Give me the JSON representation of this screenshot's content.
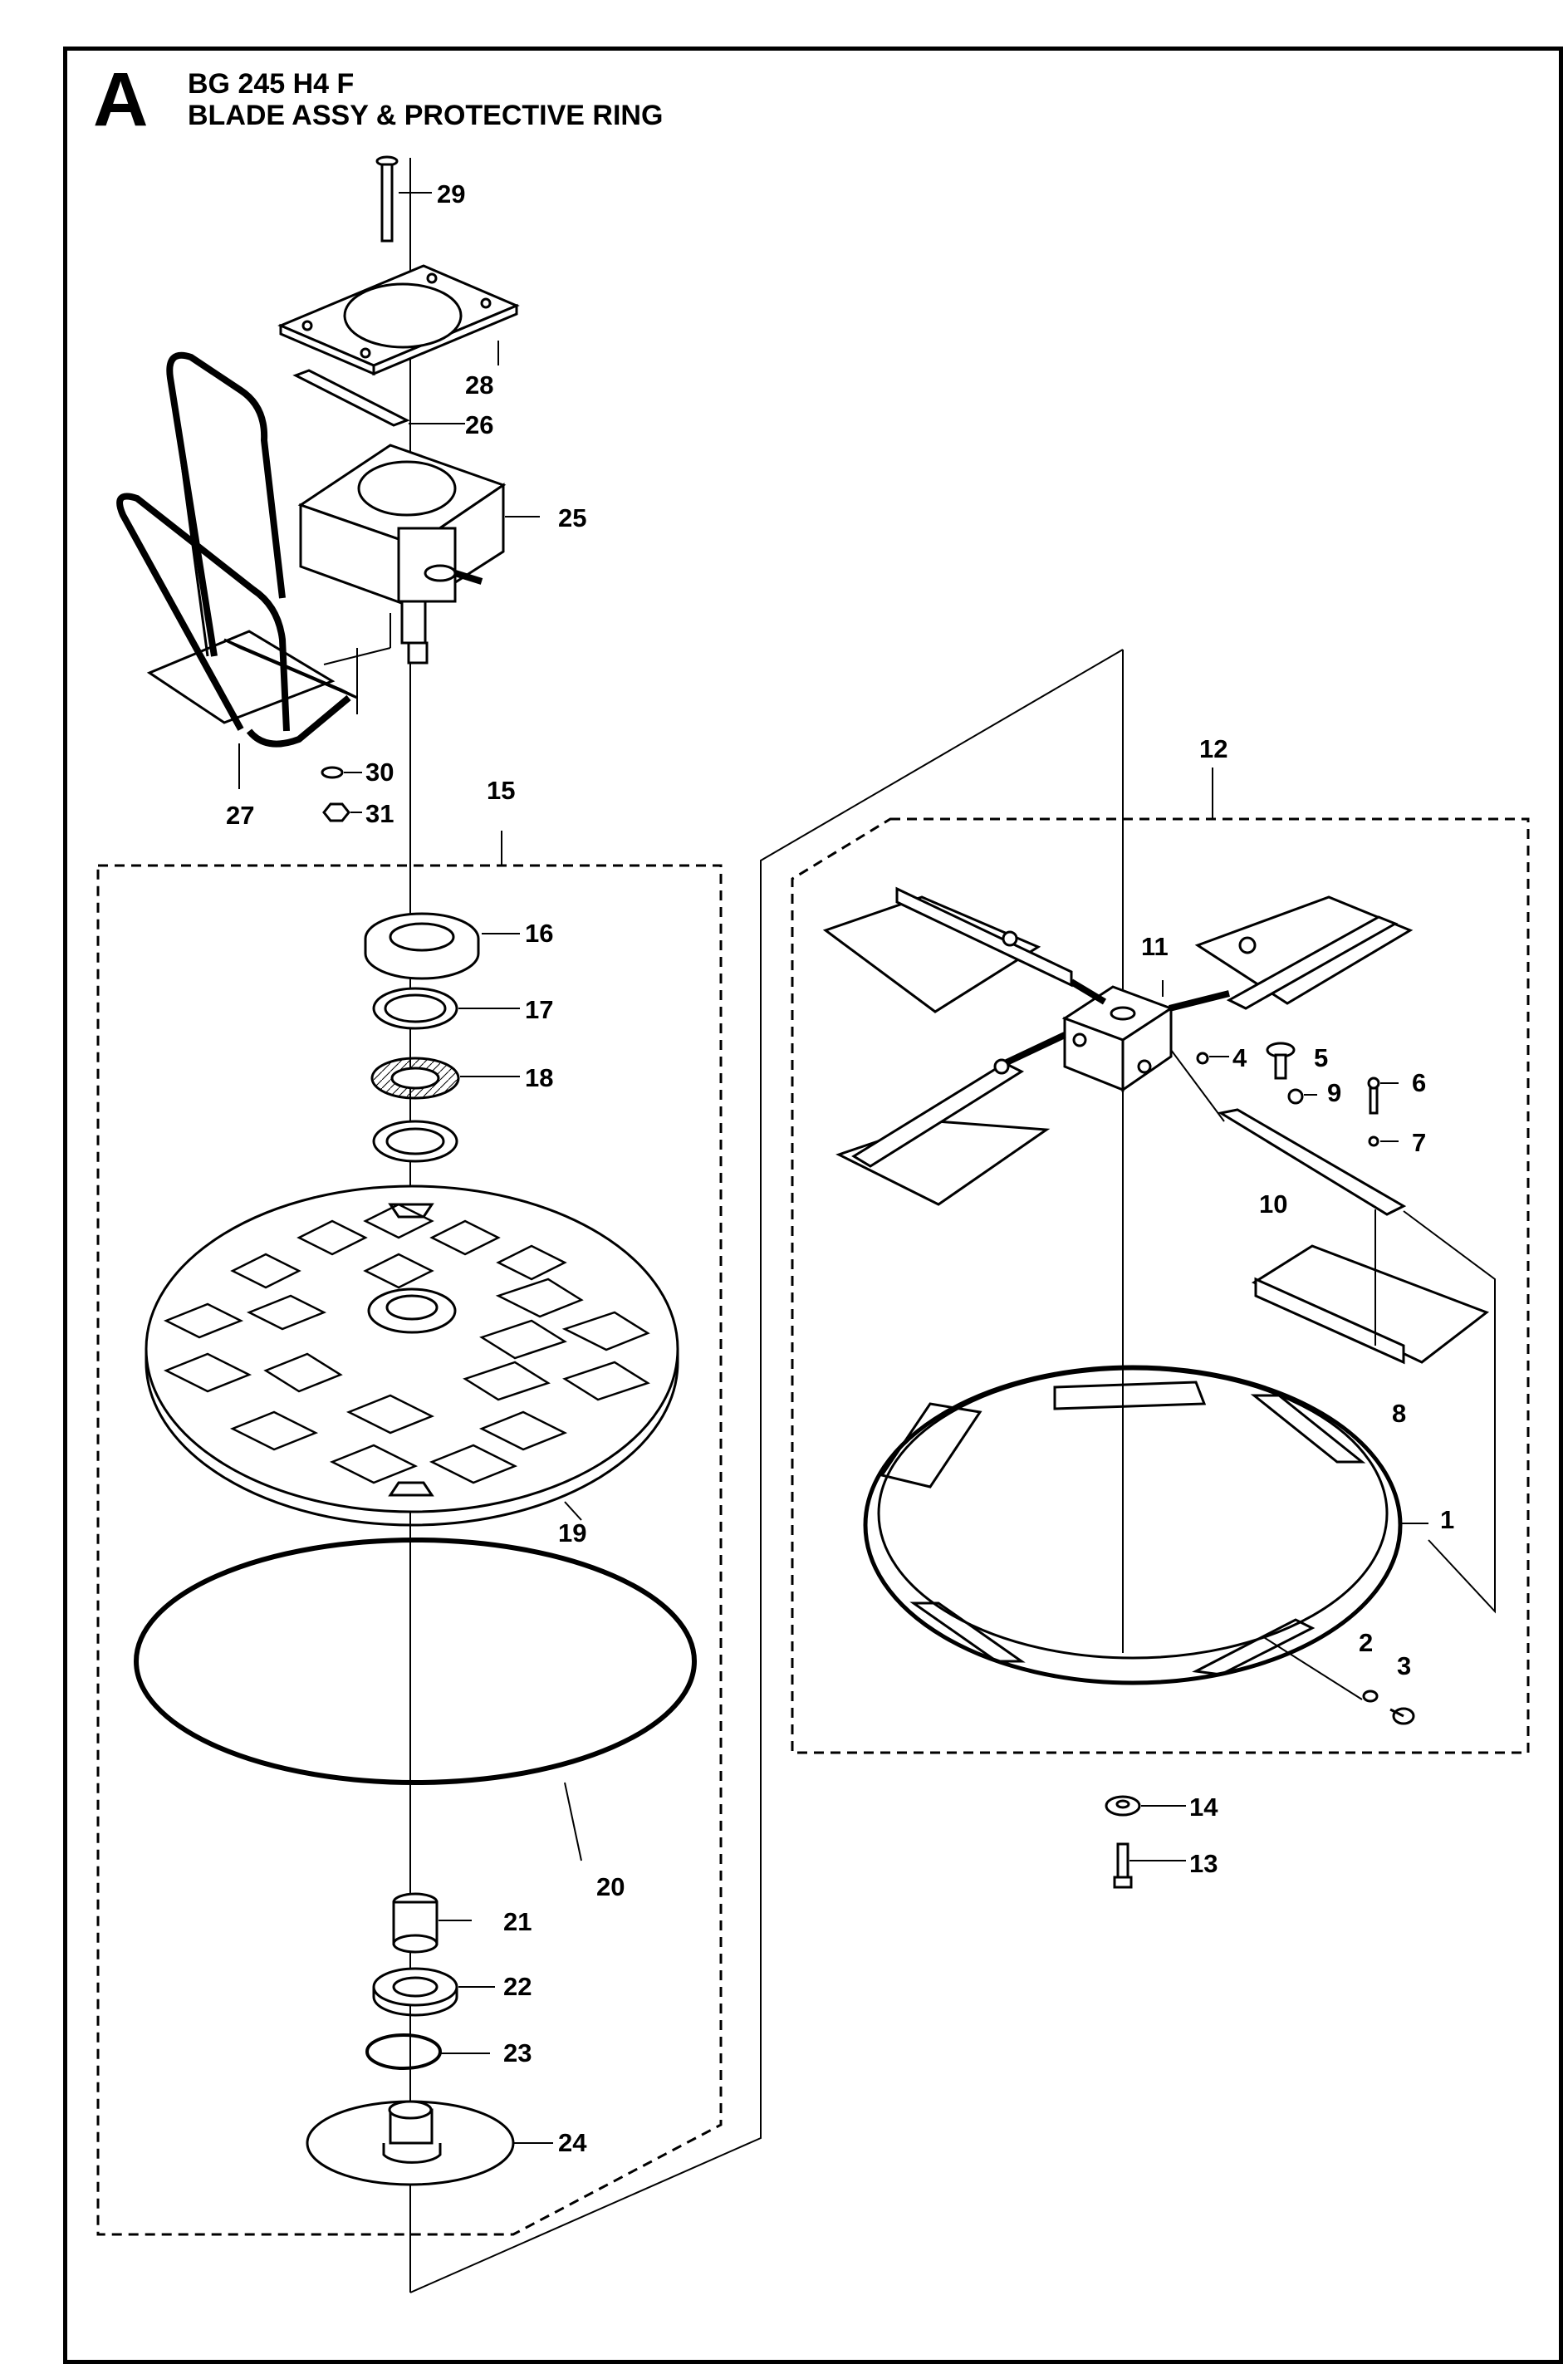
{
  "header": {
    "section_letter": "A",
    "model": "BG 245 H4 F",
    "title": "BLADE ASSY & PROTECTIVE RING"
  },
  "callouts": [
    "1",
    "2",
    "3",
    "4",
    "5",
    "6",
    "7",
    "8",
    "9",
    "10",
    "11",
    "12",
    "13",
    "14",
    "15",
    "16",
    "17",
    "18",
    "19",
    "20",
    "21",
    "22",
    "23",
    "24",
    "25",
    "26",
    "27",
    "28",
    "29",
    "30",
    "31"
  ]
}
